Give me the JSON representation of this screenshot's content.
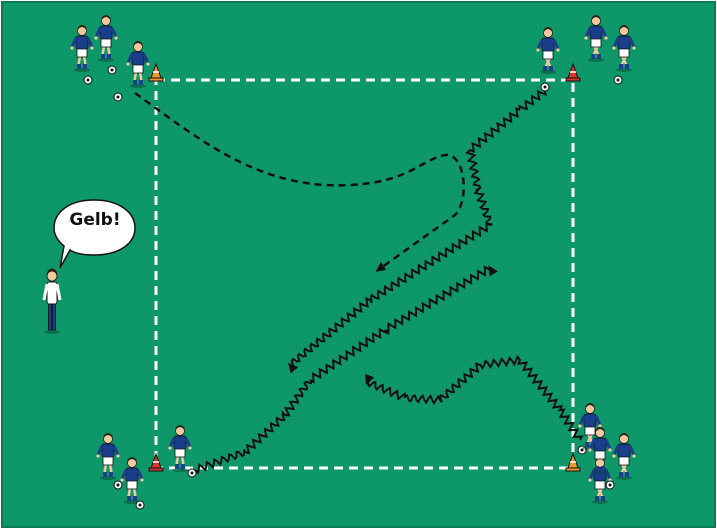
{
  "diagram": {
    "colors": {
      "pitch": "#0e9768",
      "pitch_border": "#0a7a53",
      "line": "#ffffff",
      "path": "#111111",
      "shirt": "#1a3e8c",
      "shorts": "#ffffff",
      "skin": "#f1c9a1",
      "hair": "#2a1a10",
      "cone_orange": "#f0962e",
      "cone_red": "#d8342b",
      "coach_shirt": "#ffffff",
      "coach_pants": "#1a3e8c"
    },
    "coach": {
      "speech": "Gelb!"
    },
    "players": [
      {
        "group": "top-left"
      },
      {
        "group": "top-left"
      },
      {
        "group": "top-left"
      },
      {
        "group": "top-right"
      },
      {
        "group": "top-right"
      },
      {
        "group": "top-right"
      },
      {
        "group": "bottom-left"
      },
      {
        "group": "bottom-left"
      },
      {
        "group": "bottom-left"
      },
      {
        "group": "bottom-right"
      },
      {
        "group": "bottom-right"
      },
      {
        "group": "bottom-right"
      },
      {
        "group": "bottom-right"
      }
    ],
    "cones": [
      {
        "corner": "top-left",
        "color": "orange"
      },
      {
        "corner": "top-right",
        "color": "red"
      },
      {
        "corner": "bottom-left",
        "color": "red"
      },
      {
        "corner": "bottom-right",
        "color": "orange"
      }
    ],
    "paths": [
      {
        "kind": "pass",
        "style": "dashed"
      },
      {
        "kind": "dribble",
        "style": "wavy"
      },
      {
        "kind": "dribble",
        "style": "wavy"
      },
      {
        "kind": "dribble",
        "style": "wavy"
      }
    ]
  }
}
